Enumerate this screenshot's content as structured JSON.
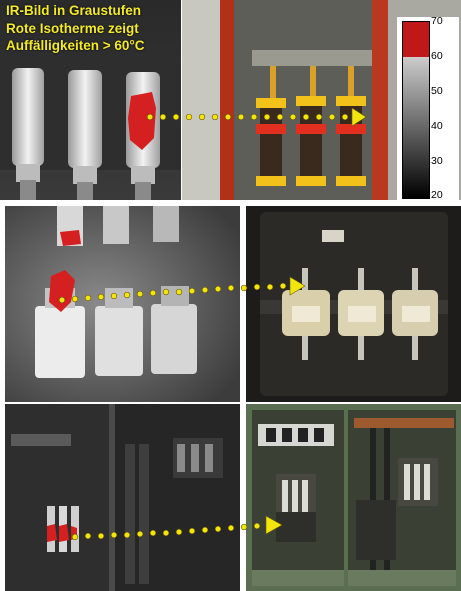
{
  "caption": {
    "line1": "IR-Bild in Graustufen",
    "line2": "Rote Isotherme zeigt",
    "line3": "Auffälligkeiten > 60°C"
  },
  "temperature_scale": {
    "ticks": [
      "70",
      "60",
      "50",
      "40",
      "30",
      "20"
    ],
    "isotherm_color": "#d02020"
  },
  "colors": {
    "caption_text": "#f3ea2a",
    "arrow_dots": "#f3e60f",
    "hotspot": "#d42020"
  }
}
